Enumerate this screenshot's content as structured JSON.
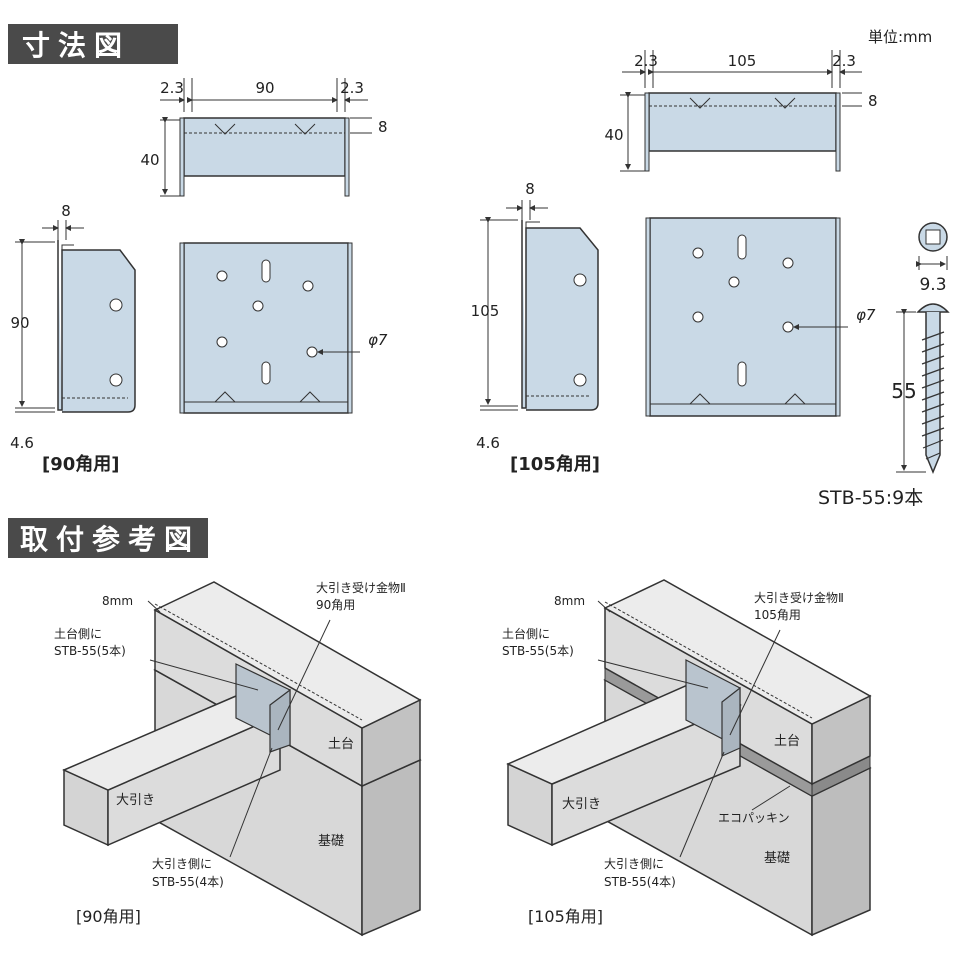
{
  "sections": {
    "dimensions_title": "寸法図",
    "install_title": "取付参考図"
  },
  "unit": "単位:mm",
  "dims90": {
    "left_flange": "2.3",
    "width": "90",
    "right_flange": "2.3",
    "top_height": "40",
    "top_gap": "8",
    "side_offset": "8",
    "side_height": "90",
    "bottom_offset": "4.6",
    "hole": "φ7",
    "caption": "[90角用]"
  },
  "dims105": {
    "left_flange": "2.3",
    "width": "105",
    "right_flange": "2.3",
    "top_height": "40",
    "top_gap": "8",
    "side_offset": "8",
    "side_height": "105",
    "bottom_offset": "4.6",
    "hole": "φ7",
    "caption": "[105角用]"
  },
  "screw": {
    "head": "9.3",
    "length": "55",
    "caption": "STB-55:9本"
  },
  "install90": {
    "gap": "8mm",
    "product_line1": "大引き受け金物Ⅱ",
    "product_line2": "90角用",
    "sill_side_line1": "土台側に",
    "sill_side_line2": "STB-55(5本)",
    "sill": "土台",
    "beam": "大引き",
    "foundation": "基礎",
    "beam_side_line1": "大引き側に",
    "beam_side_line2": "STB-55(4本)",
    "caption": "[90角用]"
  },
  "install105": {
    "gap": "8mm",
    "product_line1": "大引き受け金物Ⅱ",
    "product_line2": "105角用",
    "sill_side_line1": "土台側に",
    "sill_side_line2": "STB-55(5本)",
    "sill": "土台",
    "beam": "大引き",
    "packing": "エコパッキン",
    "foundation": "基礎",
    "beam_side_line1": "大引き側に",
    "beam_side_line2": "STB-55(4本)",
    "caption": "[105角用]"
  }
}
